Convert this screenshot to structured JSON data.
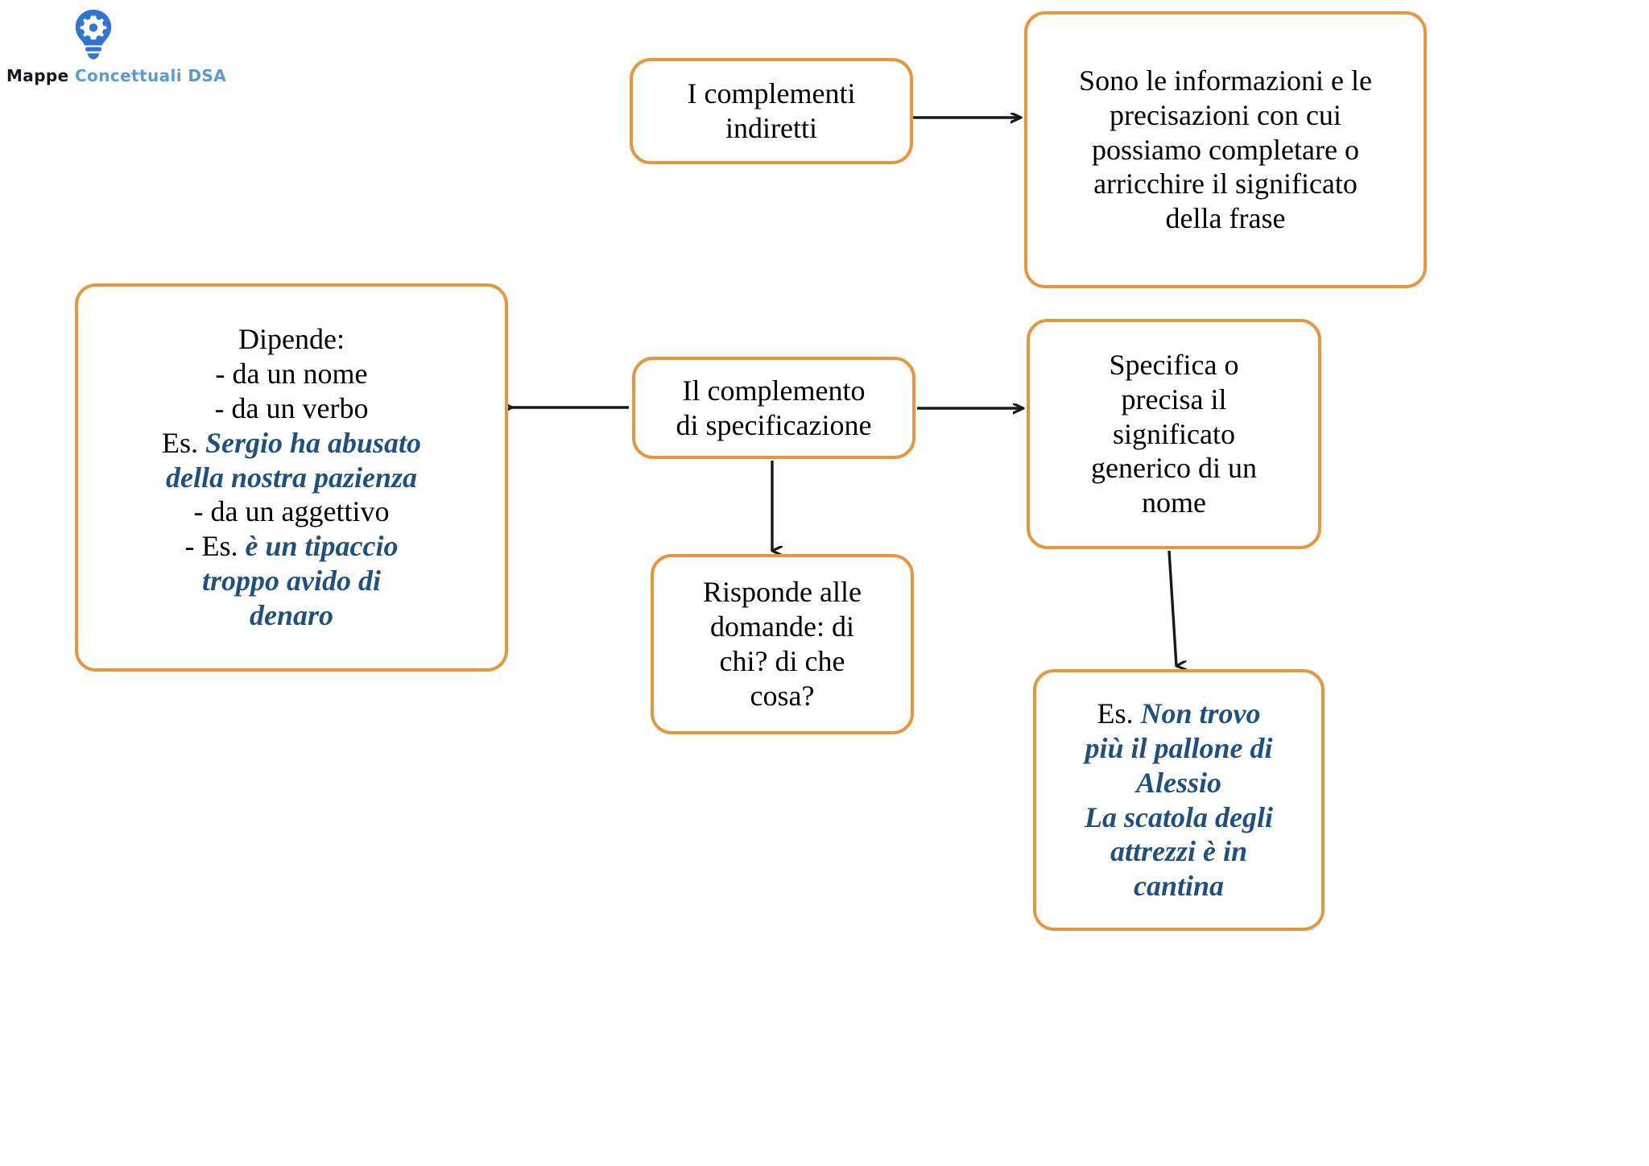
{
  "logo": {
    "icon": "lightbulb-gear-icon",
    "word1": "Mappe",
    "word2": "Concettuali DSA",
    "color_primary": "#2e75d4",
    "color_word1": "#14181f",
    "color_word2": "#5b9bd5"
  },
  "theme": {
    "node_border": "#e8963c",
    "node_fill": "#ffffff",
    "text": "#000000",
    "accent_blue": "#1f5180",
    "edge": "#1a1a1a"
  },
  "diagram": {
    "type": "concept-map",
    "title": "Il complemento di specificazione",
    "nodes": [
      {
        "id": "complementi-indiretti",
        "label": "I complementi\nindiretti",
        "lines": [
          "I complementi",
          "indiretti"
        ]
      },
      {
        "id": "definizione",
        "label": "Sono le informazioni e le precisazioni con cui possiamo completare o arricchire il significato della frase",
        "lines": [
          "Sono le informazioni e le",
          "precisazioni con cui",
          "possiamo completare o",
          "arricchire il significato",
          "della frase"
        ]
      },
      {
        "id": "dipende",
        "label": "Dipende: da un nome, da un verbo, da un aggettivo",
        "lines": [
          "Dipende:",
          "-   da un nome",
          "-   da un verbo",
          "da un aggettivo"
        ],
        "heading": "Dipende:",
        "bullet1": "-   da un nome",
        "bullet2": "-   da un verbo",
        "bullet3": "-   da un aggettivo",
        "example1_prefix": "Es. ",
        "example1_line1": "Sergio ha abusato",
        "example1_line2": "della nostra pazienza",
        "example2_dash": "-   ",
        "example2_prefix": "Es. ",
        "example2_line1": "è un tipaccio",
        "example2_line2": "troppo avido di",
        "example2_line3": "denaro"
      },
      {
        "id": "complemento-di-specificazione",
        "label": "Il complemento di specificazione",
        "lines": [
          "Il complemento",
          "di specificazione"
        ]
      },
      {
        "id": "specifica",
        "label": "Specifica o precisa il significato generico di un nome",
        "lines": [
          "Specifica o",
          "precisa il",
          "significato",
          "generico di un",
          "nome"
        ]
      },
      {
        "id": "risponde",
        "label": "Risponde alle domande: di chi? di che cosa?",
        "lines": [
          "Risponde alle",
          "domande: di",
          "chi? di che",
          "cosa?"
        ]
      },
      {
        "id": "esempi",
        "label": "Es. Non trovo più il pallone di Alessio. La scatola degli attrezzi è in cantina",
        "prefix": "Es. ",
        "example1_line1": "Non trovo",
        "example1_line2": "più il pallone di",
        "example1_line3": "Alessio",
        "example2_line1": "La scatola degli",
        "example2_line2": "attrezzi è in",
        "example2_line3": "cantina"
      }
    ],
    "edges": [
      {
        "id": "edge-complementi-to-definizione",
        "from": "complementi-indiretti",
        "to": "definizione",
        "direction": "right"
      },
      {
        "id": "edge-spec-to-dipende",
        "from": "complemento-di-specificazione",
        "to": "dipende",
        "direction": "left"
      },
      {
        "id": "edge-spec-to-specifica",
        "from": "complemento-di-specificazione",
        "to": "specifica",
        "direction": "right"
      },
      {
        "id": "edge-spec-to-risponde",
        "from": "complemento-di-specificazione",
        "to": "risponde",
        "direction": "down"
      },
      {
        "id": "edge-specifica-to-esempi",
        "from": "specifica",
        "to": "esempi",
        "direction": "down"
      }
    ]
  }
}
